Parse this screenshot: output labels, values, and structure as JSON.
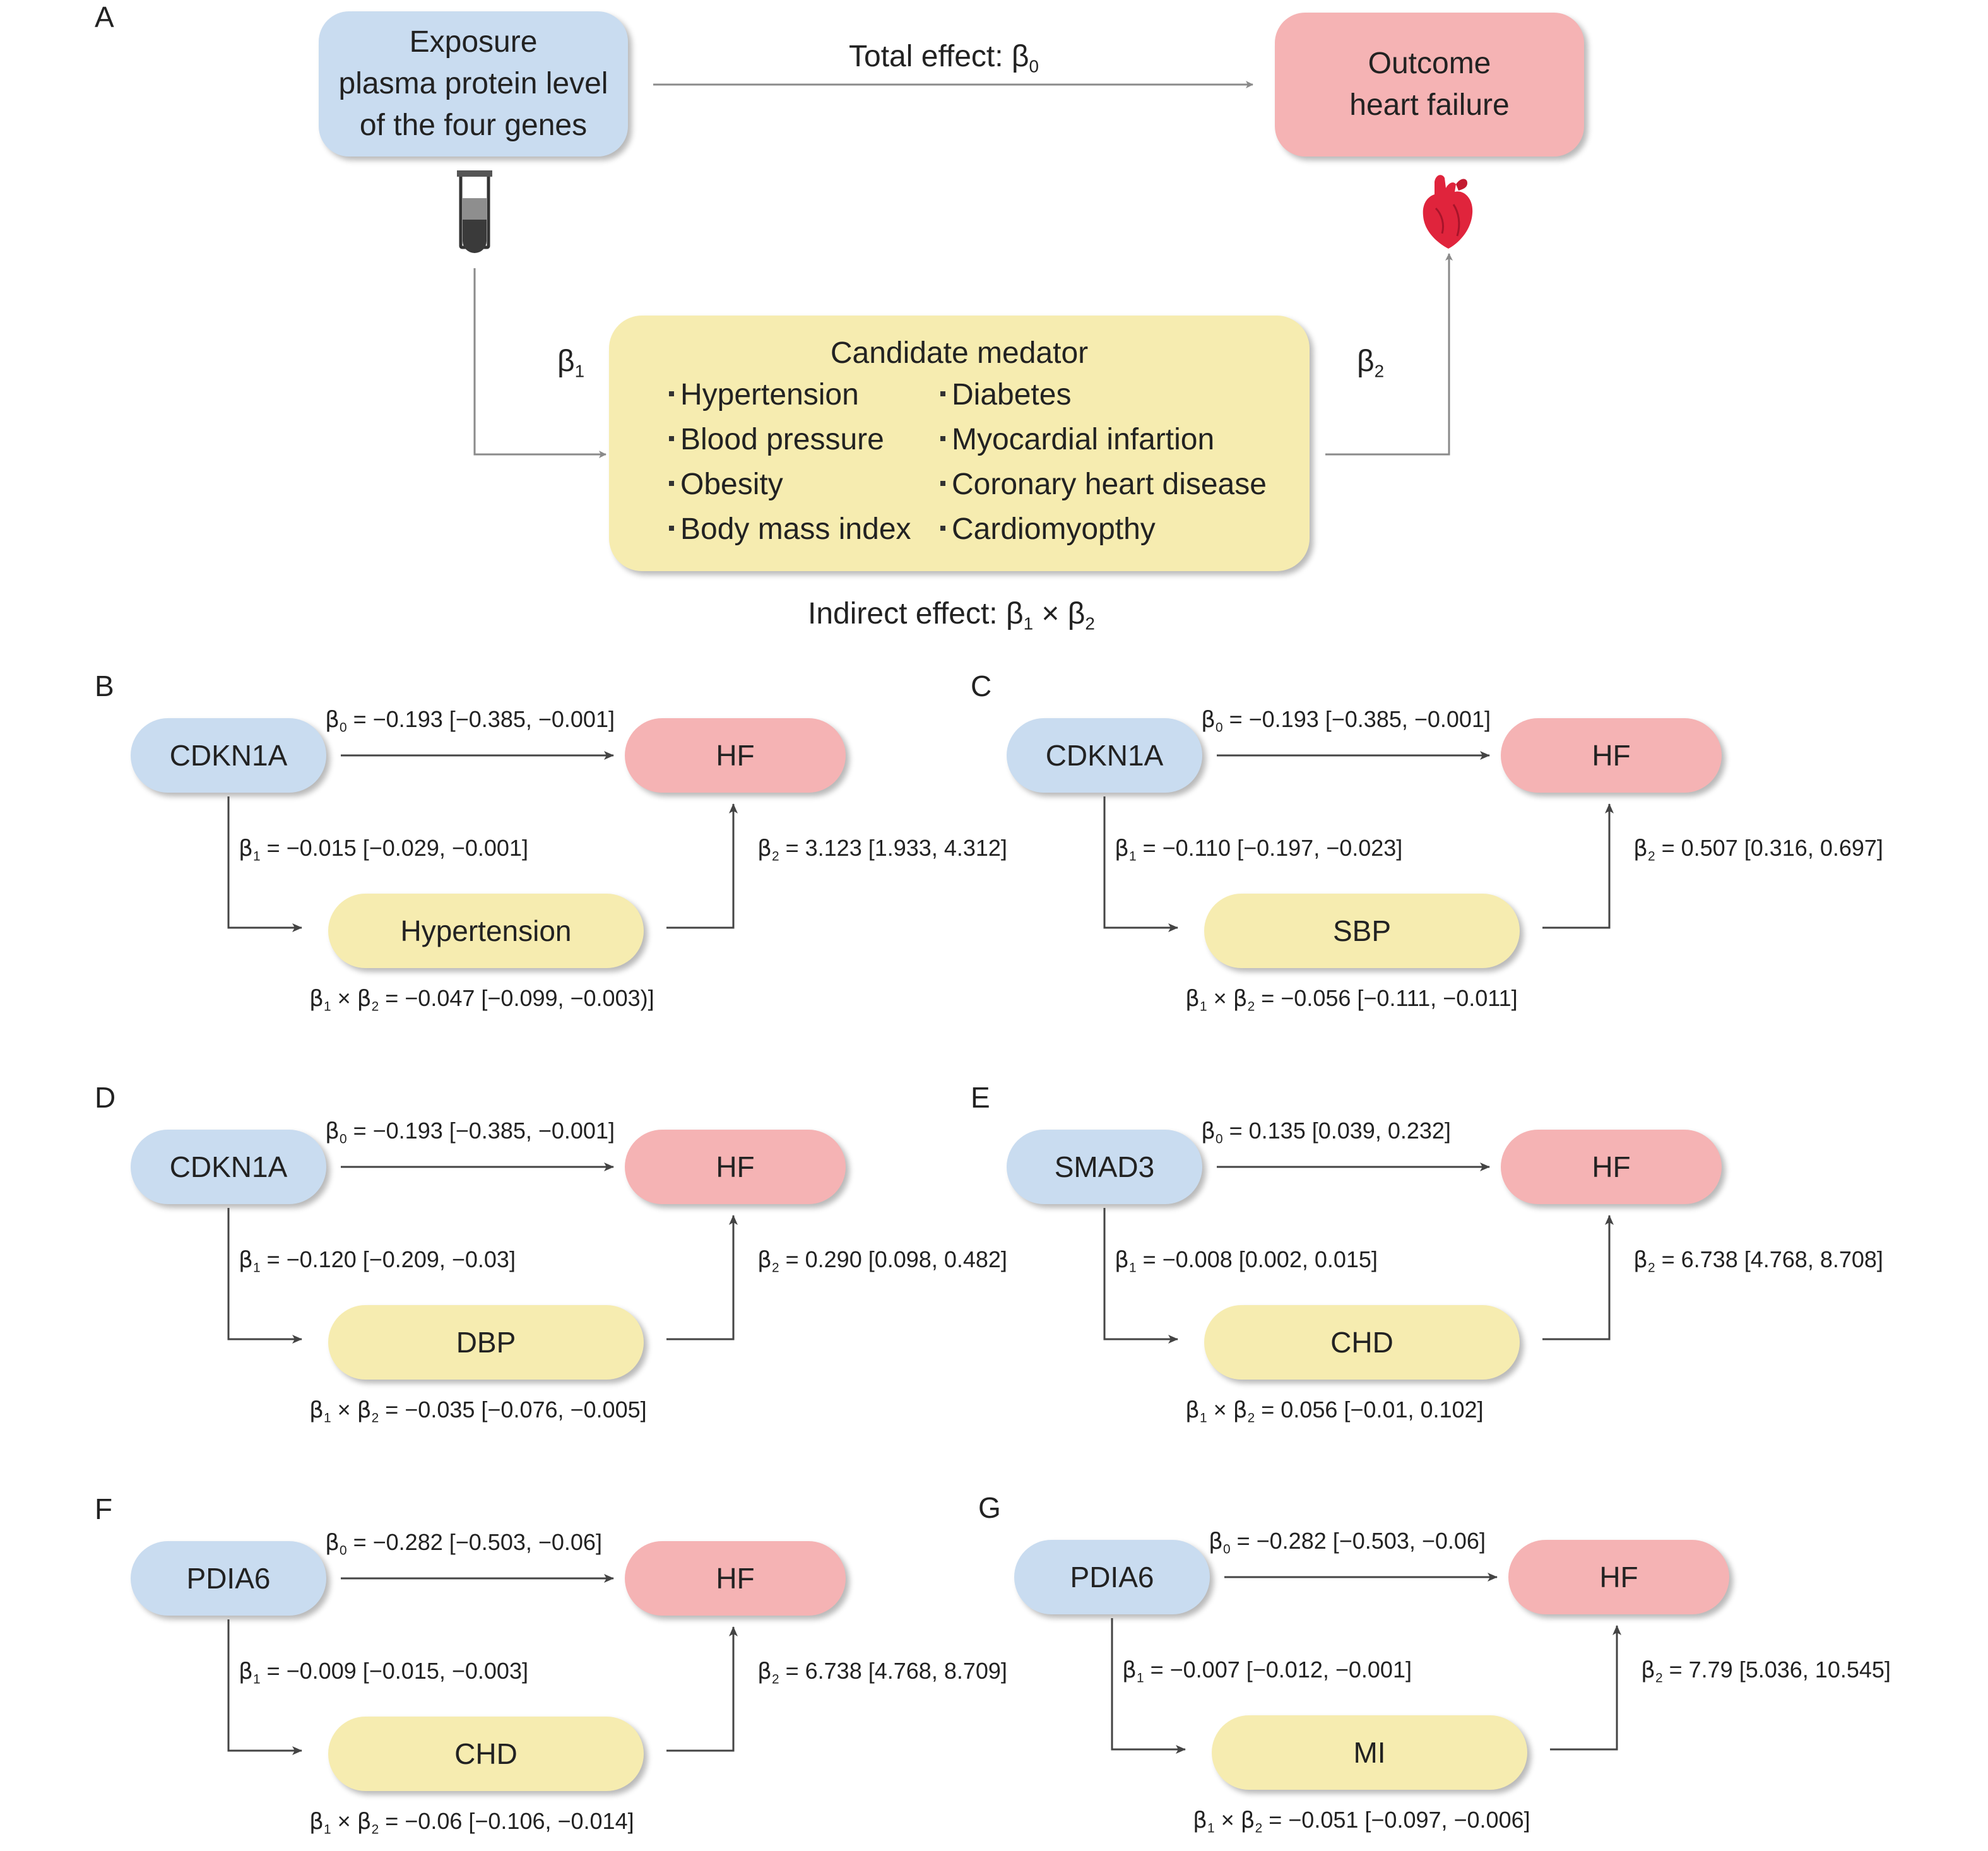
{
  "panel_a": {
    "label": "A",
    "exposure": {
      "line1": "Exposure",
      "line2": "plasma protein level",
      "line3": "of  the four genes"
    },
    "outcome": {
      "line1": "Outcome",
      "line2": "heart failure"
    },
    "total_effect": "Total effect: β",
    "total_sub": "0",
    "mediator_title": "Candidate medator",
    "mediators_left": [
      "Hypertension",
      "Blood pressure",
      "Obesity",
      "Body mass index"
    ],
    "mediators_right": [
      "Diabetes",
      "Myocardial infartion",
      "Coronary heart disease",
      "Cardiomyopthy"
    ],
    "beta1": "β",
    "beta1_sub": "1",
    "beta2": "β",
    "beta2_sub": "2",
    "indirect_prefix": "Indirect effect: β",
    "indirect_sub1": "1",
    "indirect_mid": " × β",
    "indirect_sub2": "2",
    "colors": {
      "exposure": "#c9dcf0",
      "outcome": "#f5b3b4",
      "mediator": "#f6ecb0",
      "heart": "#e0243c",
      "tube": "#3a3a3a"
    }
  },
  "panels": [
    {
      "label": "B",
      "exposure": "CDKN1A",
      "outcome": "HF",
      "mediator": "Hypertension",
      "b0": " = −0.193 [−0.385, −0.001]",
      "b1": " = −0.015 [−0.029, −0.001]",
      "b2": " = 3.123 [1.933, 4.312]",
      "ind": " = −0.047 [−0.099, −0.003)]"
    },
    {
      "label": "C",
      "exposure": "CDKN1A",
      "outcome": "HF",
      "mediator": "SBP",
      "b0": " = −0.193 [−0.385, −0.001]",
      "b1": " = −0.110 [−0.197, −0.023]",
      "b2": " = 0.507 [0.316, 0.697]",
      "ind": " = −0.056 [−0.111, −0.011]"
    },
    {
      "label": "D",
      "exposure": "CDKN1A",
      "outcome": "HF",
      "mediator": "DBP",
      "b0": " = −0.193 [−0.385, −0.001]",
      "b1": " = −0.120 [−0.209, −0.03]",
      "b2": " = 0.290 [0.098, 0.482]",
      "ind": " = −0.035 [−0.076, −0.005]"
    },
    {
      "label": "E",
      "exposure": "SMAD3",
      "outcome": "HF",
      "mediator": "CHD",
      "b0": " = 0.135 [0.039, 0.232]",
      "b1": " = −0.008 [0.002, 0.015]",
      "b2": " = 6.738 [4.768, 8.708]",
      "ind": " = 0.056 [−0.01, 0.102]"
    },
    {
      "label": "F",
      "exposure": "PDIA6",
      "outcome": "HF",
      "mediator": "CHD",
      "b0": " = −0.282 [−0.503, −0.06]",
      "b1": " = −0.009 [−0.015, −0.003]",
      "b2": " = 6.738 [4.768, 8.709]",
      "ind": " = −0.06 [−0.106, −0.014]"
    },
    {
      "label": "G",
      "exposure": "PDIA6",
      "outcome": "HF",
      "mediator": "MI",
      "b0": " = −0.282 [−0.503, −0.06]",
      "b1": " = −0.007 [−0.012, −0.001]",
      "b2": " = 7.79 [5.036, 10.545]",
      "ind": " = −0.051 [−0.097, −0.006]"
    }
  ]
}
